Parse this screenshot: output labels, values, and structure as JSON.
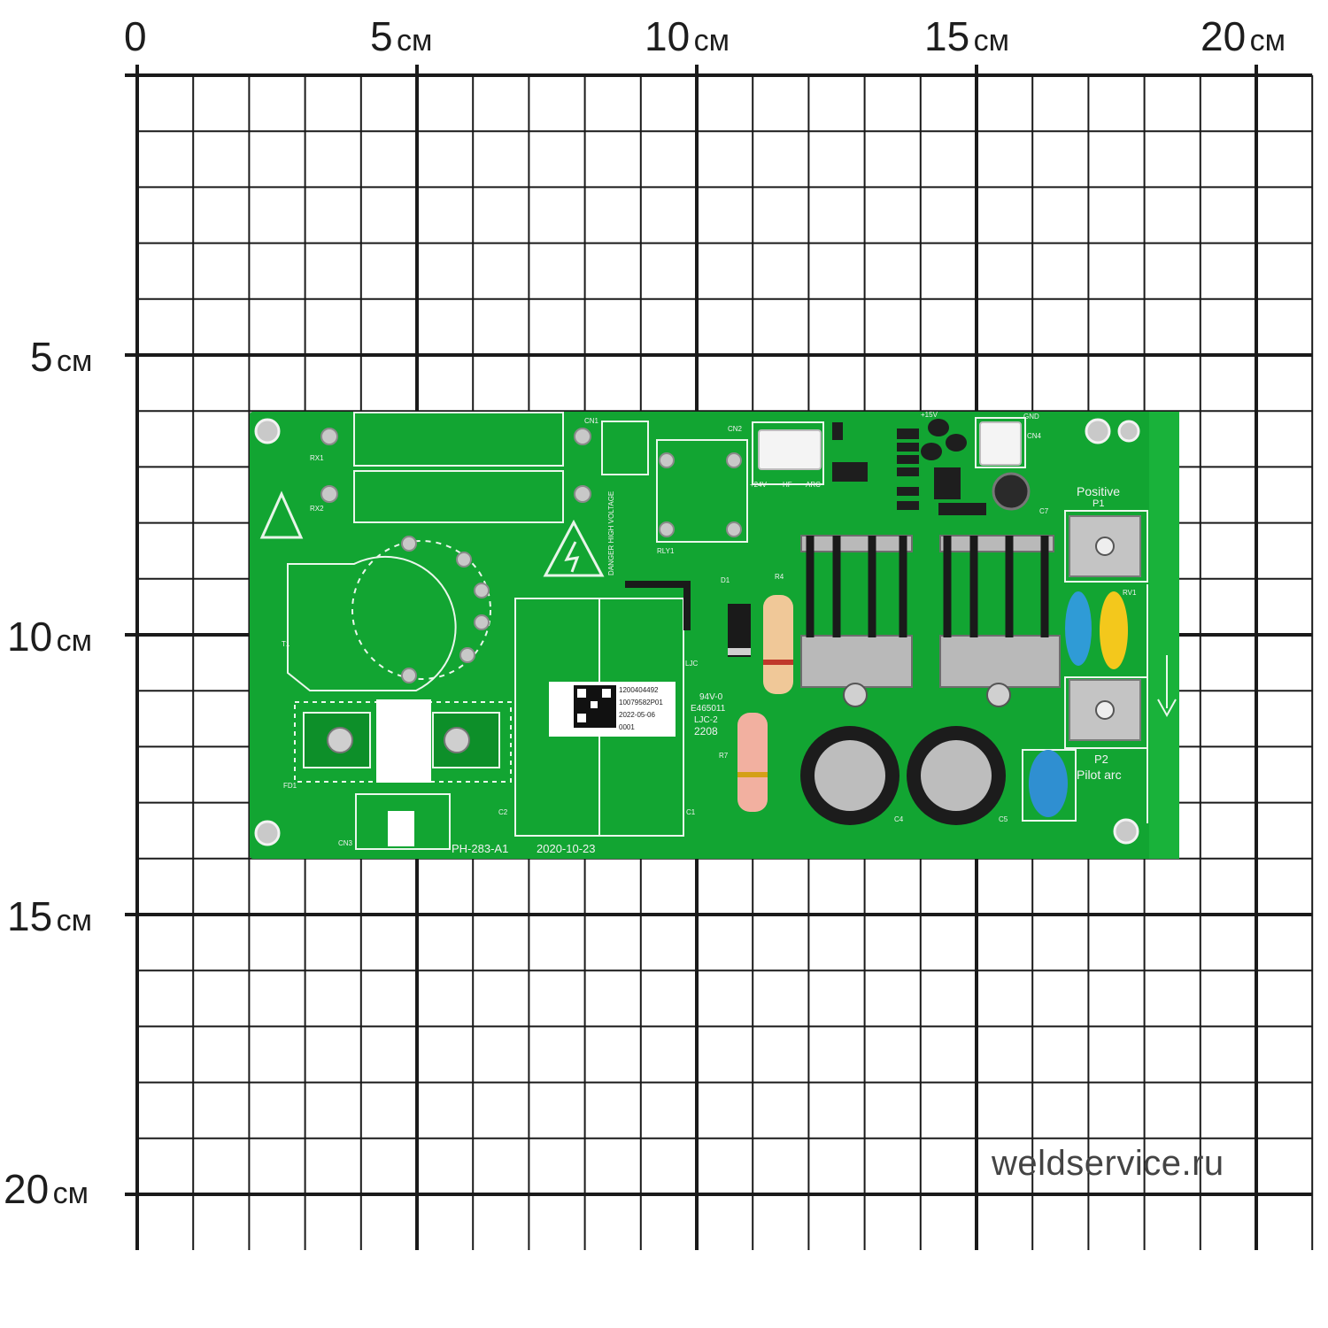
{
  "ruler": {
    "unit": "см",
    "top": [
      {
        "num": "0",
        "unit": ""
      },
      {
        "num": "5",
        "unit": "см"
      },
      {
        "num": "10",
        "unit": "см"
      },
      {
        "num": "15",
        "unit": "см"
      },
      {
        "num": "20",
        "unit": "см"
      }
    ],
    "left": [
      {
        "num": "5",
        "unit": "см"
      },
      {
        "num": "10",
        "unit": "см"
      },
      {
        "num": "15",
        "unit": "см"
      },
      {
        "num": "20",
        "unit": "см"
      }
    ]
  },
  "board": {
    "colors": {
      "pcb": "#12a532",
      "silk": "#f2f2f2",
      "paper": "#ffffff"
    },
    "labels": {
      "rx1": "RX1",
      "rx2": "RX2",
      "cn1": "CN1",
      "cn2": "CN2",
      "cn3": "CN3",
      "cn4": "CN4",
      "rly1": "RLY1",
      "t1": "T1",
      "fd1": "FD1",
      "d1": "D1",
      "r4": "R4",
      "r7": "R7",
      "c1": "C1",
      "c2": "C2",
      "c4": "C4",
      "c5": "C5",
      "c7": "C7",
      "plus24v": "+24V",
      "hf": "HF",
      "arc": "ARC",
      "plus15v": "+15V",
      "gnd": "GND",
      "positive": "Positive",
      "p1": "P1",
      "p2": "P2",
      "pilot_arc": "Pilot arc",
      "rv1": "RV1",
      "ljc": "LJC",
      "ul": "94V-0",
      "e_code": "E465011",
      "ljc2": "LJC-2",
      "date_code": "2208",
      "model": "PH-283-A1",
      "model_date": "2020-10-23",
      "danger": "DANGER HIGH VOLTAGE"
    },
    "sticker": [
      "1200404492",
      "10079582P01",
      "2022-05-06",
      "0001"
    ]
  },
  "watermark": "weldservice.ru"
}
